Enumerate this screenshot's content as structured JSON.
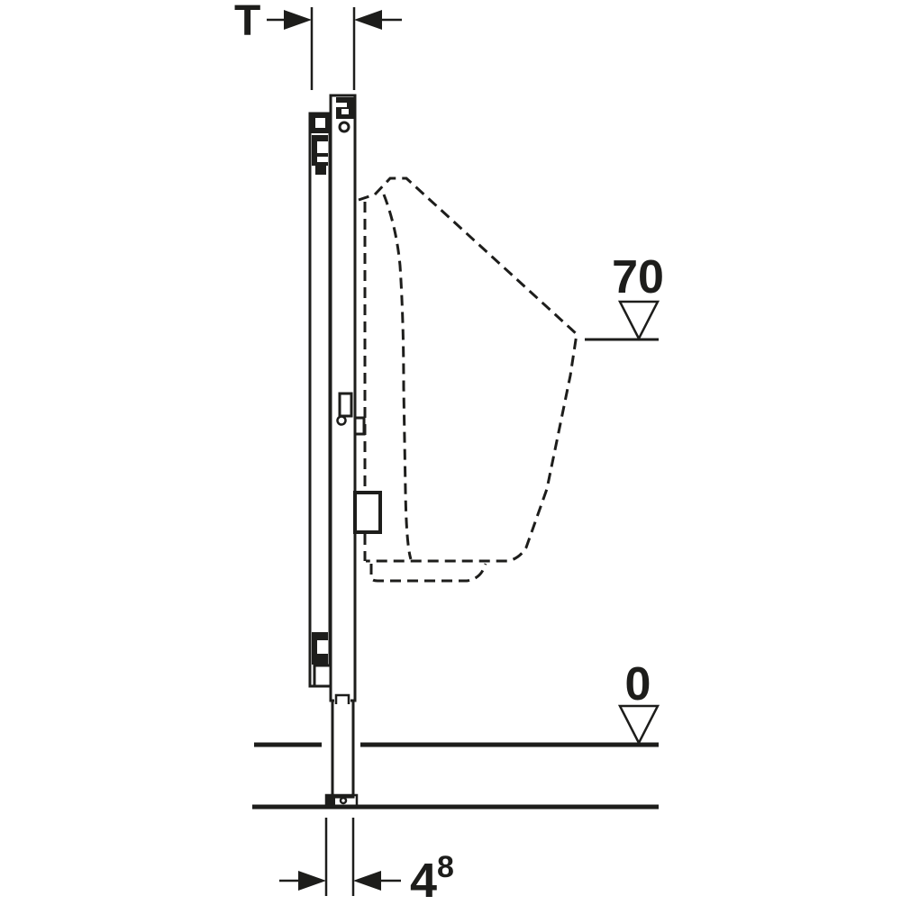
{
  "colors": {
    "line": "#1d1d1b",
    "background": "#ffffff"
  },
  "labels": {
    "top_dimension": "T",
    "upper_level": "70",
    "floor_level": "0",
    "bottom_dimension_value": "4",
    "bottom_dimension_superscript": "8"
  }
}
